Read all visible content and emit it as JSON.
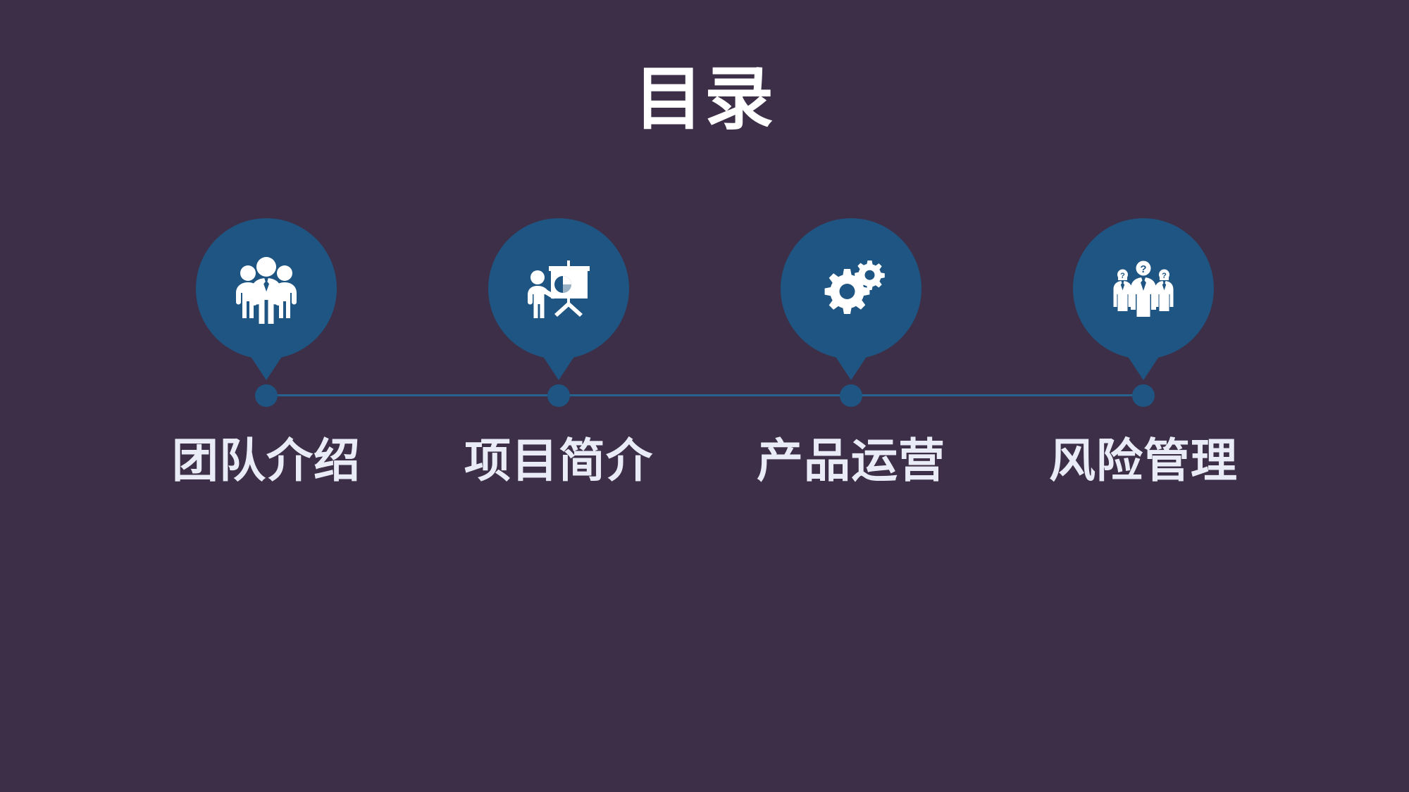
{
  "slide": {
    "title": "目录",
    "background_color": "#3c2f47",
    "accent_color": "#1f5582",
    "label_color": "#e9ebf6",
    "title_color": "#ffffff"
  },
  "timeline": {
    "line_color": "#27628f",
    "dot_color": "#1f5582",
    "dot_count": 4
  },
  "items": [
    {
      "label": "团队介绍",
      "icon": "team-group-icon",
      "pin_color": "#1f5582"
    },
    {
      "label": "项目简介",
      "icon": "presentation-board-icon",
      "pin_color": "#1f5582"
    },
    {
      "label": "产品运营",
      "icon": "gears-icon",
      "pin_color": "#1f5582"
    },
    {
      "label": "风险管理",
      "icon": "anonymous-businessmen-icon",
      "pin_color": "#1f5582"
    }
  ]
}
